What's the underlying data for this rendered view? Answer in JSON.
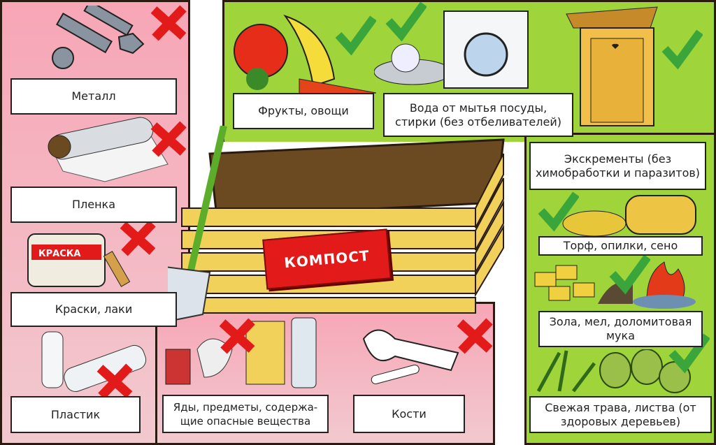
{
  "title_sign": "КОМПОСТ",
  "colors": {
    "forbidden_panel": "#f7a6b6",
    "allowed_panel": "#9fd43a",
    "cross": "#e31a1a",
    "check": "#3aa53a"
  },
  "forbidden": [
    {
      "label": "Металл",
      "icon": "bolts-nuts-icon",
      "mark": "cross"
    },
    {
      "label": "Пленка",
      "icon": "film-roll-icon",
      "mark": "cross"
    },
    {
      "label": "Краски, лаки",
      "icon": "paint-bucket-icon",
      "mark": "cross",
      "product_text": "КРАСКА"
    },
    {
      "label": "Пластик",
      "icon": "plastic-bottle-icon",
      "mark": "cross"
    },
    {
      "label": "Яды, предметы, содержа-щие опасные вещества",
      "icon": "chemicals-icon",
      "mark": "cross"
    },
    {
      "label": "Кости",
      "icon": "fish-bone-icon",
      "mark": "cross"
    }
  ],
  "allowed": [
    {
      "label": "Фрукты, овощи",
      "icon": "fruits-vegetables-icon",
      "mark": "check"
    },
    {
      "label": "Вода от мытья посуды, стирки (без отбеливателей)",
      "icon": "washing-machine-icon",
      "mark": "check"
    },
    {
      "label": "Экскременты (без химобработки и паразитов)",
      "icon": "outhouse-icon",
      "mark": "check"
    },
    {
      "label": "Торф, опилки, сено",
      "icon": "hay-bale-icon",
      "mark": "check"
    },
    {
      "label": "Зола, мел, доломитовая мука",
      "icon": "ash-fire-icon",
      "mark": "check"
    },
    {
      "label": "Свежая трава, листва (от здоровых деревьев)",
      "icon": "leaves-icon",
      "mark": "check"
    }
  ]
}
